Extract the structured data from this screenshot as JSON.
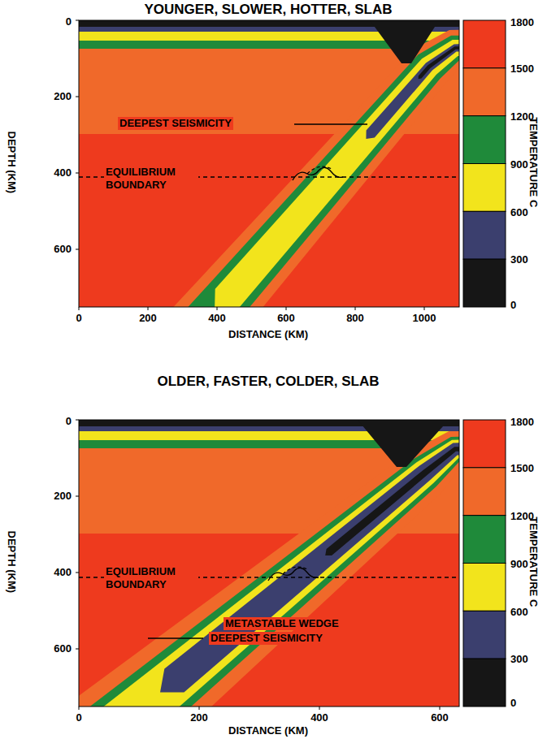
{
  "diagram": {
    "labels": [
      "YOUNGER, SLOWER, HOTTER, SLAB",
      "DEPTH (KM)",
      "0",
      "200",
      "400",
      "600",
      "0",
      "200",
      "400",
      "600",
      "800",
      "1000",
      "DISTANCE (KM)",
      "DEEPEST SEISMICITY",
      "EQUILIBRIUM BOUNDARY",
      "TEMPERATURE C",
      "1800",
      "1500",
      "1200",
      "900",
      "600",
      "300",
      "0",
      "OLDER, FASTER, COLDER, SLAB",
      "DEPTH (KM)",
      "0",
      "200",
      "400",
      "600",
      "0",
      "200",
      "400",
      "600",
      "DISTANCE (KM)",
      "EQUILIBRIUM BOUNDARY",
      "METASTABLE WEDGE",
      "DEEPEST SEISMICITY",
      "TEMPERATURE C",
      "1800",
      "1500",
      "1200",
      "900",
      "600",
      "300",
      "0"
    ]
  }
}
